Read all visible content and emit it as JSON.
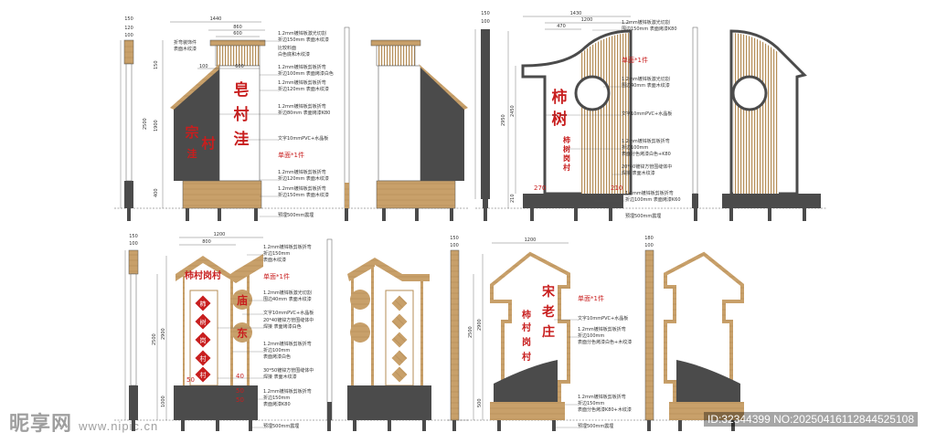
{
  "watermark": {
    "left_logo": "昵享网",
    "left_url": "www.nipic.cn",
    "right_id": "ID:32344399 NO:20250416112844525108"
  },
  "panel1": {
    "title_chars": [
      "皂",
      "村",
      "洼"
    ],
    "side_chars": [
      "宗",
      "村",
      "洼"
    ],
    "dims_top": [
      "1440",
      "860",
      "600",
      "150",
      "120",
      "100"
    ],
    "dims_left": [
      "150",
      "2500",
      "400",
      "1900"
    ],
    "dims_inner": [
      "100",
      "600"
    ],
    "notes": [
      "1.2mm镀锌板激光切割",
      "折边150mm 表面木纹漆",
      "比较料面",
      "白色底和木纹漆",
      "1.2mm镀锌板剪板折弯",
      "折边100mm 表面烤漆白色",
      "1.2mm镀锌板剪板折弯",
      "折边120mm 表面木纹漆",
      "1.2mm镀锌板剪板折弯",
      "折边80mm 表面烤漆K80",
      "文字10mmPVC+水晶板",
      "单面*1件",
      "1.2mm镀锌板剪板折弯",
      "折边120mm 表面木纹漆",
      "1.2mm镀锌板剪板折弯",
      "折边150mm 表面木纹漆",
      "预埋500mm震埋"
    ],
    "left_note": [
      "折弯装饰件",
      "表面木纹漆"
    ]
  },
  "panel2": {
    "title_chars": [
      "柿",
      "树"
    ],
    "sub_chars": [
      "柿",
      "树",
      "岗",
      "村"
    ],
    "dims_top": [
      "1430",
      "1200",
      "470",
      "150",
      "100"
    ],
    "dims_left": [
      "2950",
      "2450",
      "210"
    ],
    "dims_red": [
      "270",
      "210"
    ],
    "notes": [
      "1.2mm镀锌板激光切割",
      "围边150mm 表面烤漆K80",
      "单面*1件",
      "1.2mm镀锌板激光切割",
      "围边40mm 表面木纹漆",
      "文字10mmPVC+水晶板",
      "1.2mm镀锌板剪板折弯",
      "折边100mm",
      "表面分色烤漆白色+K80",
      "20*40镀锌方管围缝体中",
      "焊接 表面木纹漆",
      "1.2mm镀锌板剪板折弯",
      "折边100mm 表面烤漆K60",
      "预埋500mm震埋"
    ]
  },
  "panel3": {
    "title": "柿村岗村",
    "circle_chars": [
      "庙",
      "东"
    ],
    "diamond_chars": [
      "柿",
      "树",
      "岗",
      "村",
      "村"
    ],
    "dims_top": [
      "1200",
      "800",
      "150",
      "100"
    ],
    "dims_left": [
      "2900",
      "2500",
      "1000"
    ],
    "dims_red": [
      "50",
      "40",
      "50",
      "50"
    ],
    "notes": [
      "1.2mm镀锌板剪板折弯",
      "折边150mm",
      "表面木纹漆",
      "单面*1件",
      "1.2mm镀锌板激光切割",
      "围边40mm 表面木纹漆",
      "文字10mmPVC+水晶板",
      "20*40镀锌方管围缝体中",
      "焊接 表面烤漆白色",
      "1.2mm镀锌板剪板折弯",
      "折边100mm",
      "表面烤漆白色",
      "30*50镀锌方管围缝体中",
      "焊接 表面木纹漆",
      "1.2mm镀锌板剪板折弯",
      "折边150mm",
      "表面烤漆K80",
      "预埋500mm震埋"
    ]
  },
  "panel4": {
    "title_chars": [
      "宋",
      "老",
      "庄"
    ],
    "sub_chars": [
      "柿",
      "村",
      "岗",
      "村"
    ],
    "dims_top": [
      "1200",
      "150",
      "100",
      "180",
      "100"
    ],
    "dims_left": [
      "2900",
      "2500",
      "500"
    ],
    "notes": [
      "单面*1件",
      "文字10mmPVC+水晶板",
      "1.2mm镀锌板剪板折弯",
      "折边100mm",
      "表面分色烤漆白色+木纹漆",
      "1.2mm镀锌板剪板折弯",
      "折边150mm",
      "表面分色烤漆K80+木纹漆",
      "预埋500mm震埋"
    ]
  },
  "colors": {
    "wood": "#c8a06a",
    "wood_dark": "#a9844f",
    "gray": "#4b4b4b",
    "red": "#c81e1e",
    "line": "#555555"
  }
}
